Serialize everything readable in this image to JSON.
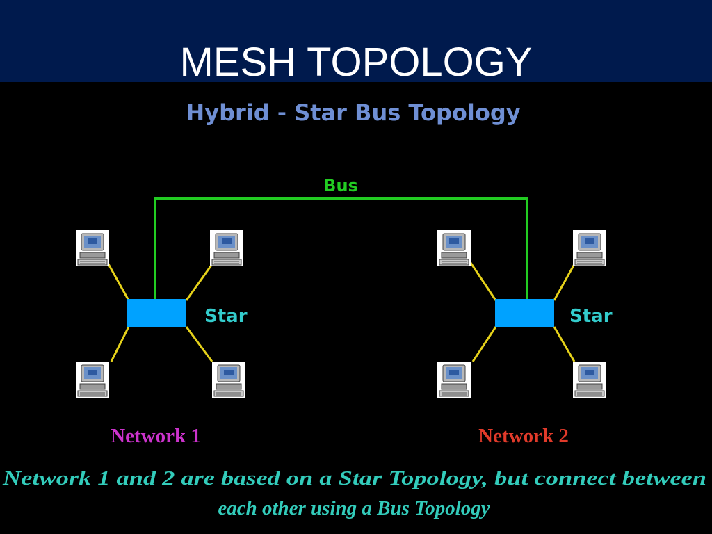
{
  "slide": {
    "title": "MESH TOPOLOGY"
  },
  "diagram": {
    "subtitle": "Hybrid - Star Bus Topology",
    "bus_label": "Bus",
    "networks": [
      {
        "hub_label": "Star",
        "name": "Network 1"
      },
      {
        "hub_label": "Star",
        "name": "Network 2"
      }
    ],
    "caption_line1": "Network 1 and 2 are based on a Star Topology, but connect between",
    "caption_line2": "each other using a Bus Topology",
    "colors": {
      "header": "#001a4d",
      "subtitle": "#6f8fd4",
      "bus": "#22cc22",
      "spoke": "#e6d21a",
      "hub": "#00a2ff",
      "hub_label": "#33cccc",
      "network1": "#cc33cc",
      "network2": "#e03a2a",
      "caption": "#33ccbb"
    },
    "icons": [
      "computer-icon"
    ]
  }
}
